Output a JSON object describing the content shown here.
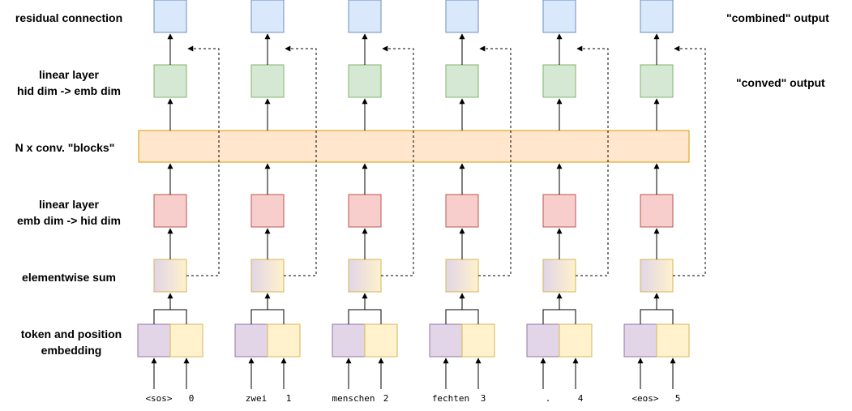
{
  "row_labels": {
    "residual": "residual connection",
    "linear_out": "linear layer\nhid dim -> emb dim",
    "blocks": "N x conv. \"blocks\"",
    "linear_in": "linear layer\nemb dim -> hid dim",
    "sum": "elementwise sum",
    "embedding": "token and position\nembedding"
  },
  "output_labels": {
    "combined": "\"combined\" output",
    "conved": "\"conved\" output"
  },
  "columns": [
    {
      "token": "<sos>",
      "position": "0"
    },
    {
      "token": "zwei",
      "position": "1"
    },
    {
      "token": "menschen",
      "position": "2"
    },
    {
      "token": "fechten",
      "position": "3"
    },
    {
      "token": ".",
      "position": "4"
    },
    {
      "token": "<eos>",
      "position": "5"
    }
  ],
  "colors": {
    "residual_fill": "#dae8fc",
    "residual_stroke": "#6c8ebf",
    "linear_out_fill": "#d5e8d4",
    "linear_out_stroke": "#82b366",
    "blocks_fill": "#ffe6cc",
    "blocks_stroke": "#d79b00",
    "linear_in_fill": "#f8cecc",
    "linear_in_stroke": "#b85450",
    "sum_gradient_start": "#e1d5e7",
    "sum_gradient_end": "#fff2cc",
    "sum_stroke": "#d6b656",
    "token_fill": "#e1d5e7",
    "token_stroke": "#9673a6",
    "position_fill": "#fff2cc",
    "position_stroke": "#d6b656"
  }
}
